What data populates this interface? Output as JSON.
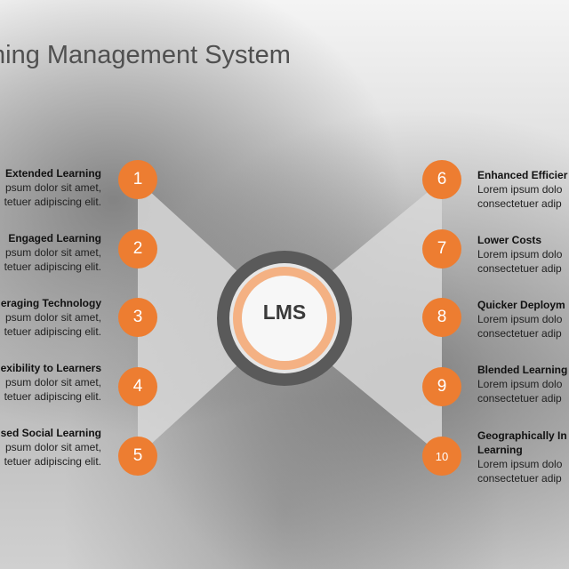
{
  "title": "ning Management System",
  "center_label": "LMS",
  "colors": {
    "accent": "#ed7d31",
    "ring_dark": "#5a5a5a",
    "ring_light": "#f4b183",
    "text": "#1f1f1f"
  },
  "left_items": [
    {
      "number": "1",
      "heading": "Extended Learning",
      "line1": "psum dolor sit amet,",
      "line2": "tetuer adipiscing elit."
    },
    {
      "number": "2",
      "heading": "Engaged Learning",
      "line1": "psum dolor sit amet,",
      "line2": "tetuer adipiscing elit."
    },
    {
      "number": "3",
      "heading": "eraging Technology",
      "line1": "psum dolor sit amet,",
      "line2": "tetuer adipiscing elit."
    },
    {
      "number": "4",
      "heading": "exibility to Learners",
      "line1": "psum dolor sit amet,",
      "line2": "tetuer adipiscing elit."
    },
    {
      "number": "5",
      "heading": "sed Social Learning",
      "line1": "psum dolor sit amet,",
      "line2": "tetuer adipiscing elit."
    }
  ],
  "right_items": [
    {
      "number": "6",
      "heading": "Enhanced Efficier",
      "line1": "Lorem ipsum dolo",
      "line2": "consectetuer adip"
    },
    {
      "number": "7",
      "heading": "Lower Costs",
      "line1": "Lorem ipsum dolo",
      "line2": "consectetuer adip"
    },
    {
      "number": "8",
      "heading": "Quicker Deploym",
      "line1": "Lorem ipsum dolo",
      "line2": "consectetuer adip"
    },
    {
      "number": "9",
      "heading": "Blended Learning",
      "line1": "Lorem ipsum dolo",
      "line2": "consectetuer adip"
    },
    {
      "number": "10",
      "heading": "Geographically In",
      "heading2": "Learning",
      "line1": "Lorem ipsum dolo",
      "line2": "consectetuer adip"
    }
  ]
}
